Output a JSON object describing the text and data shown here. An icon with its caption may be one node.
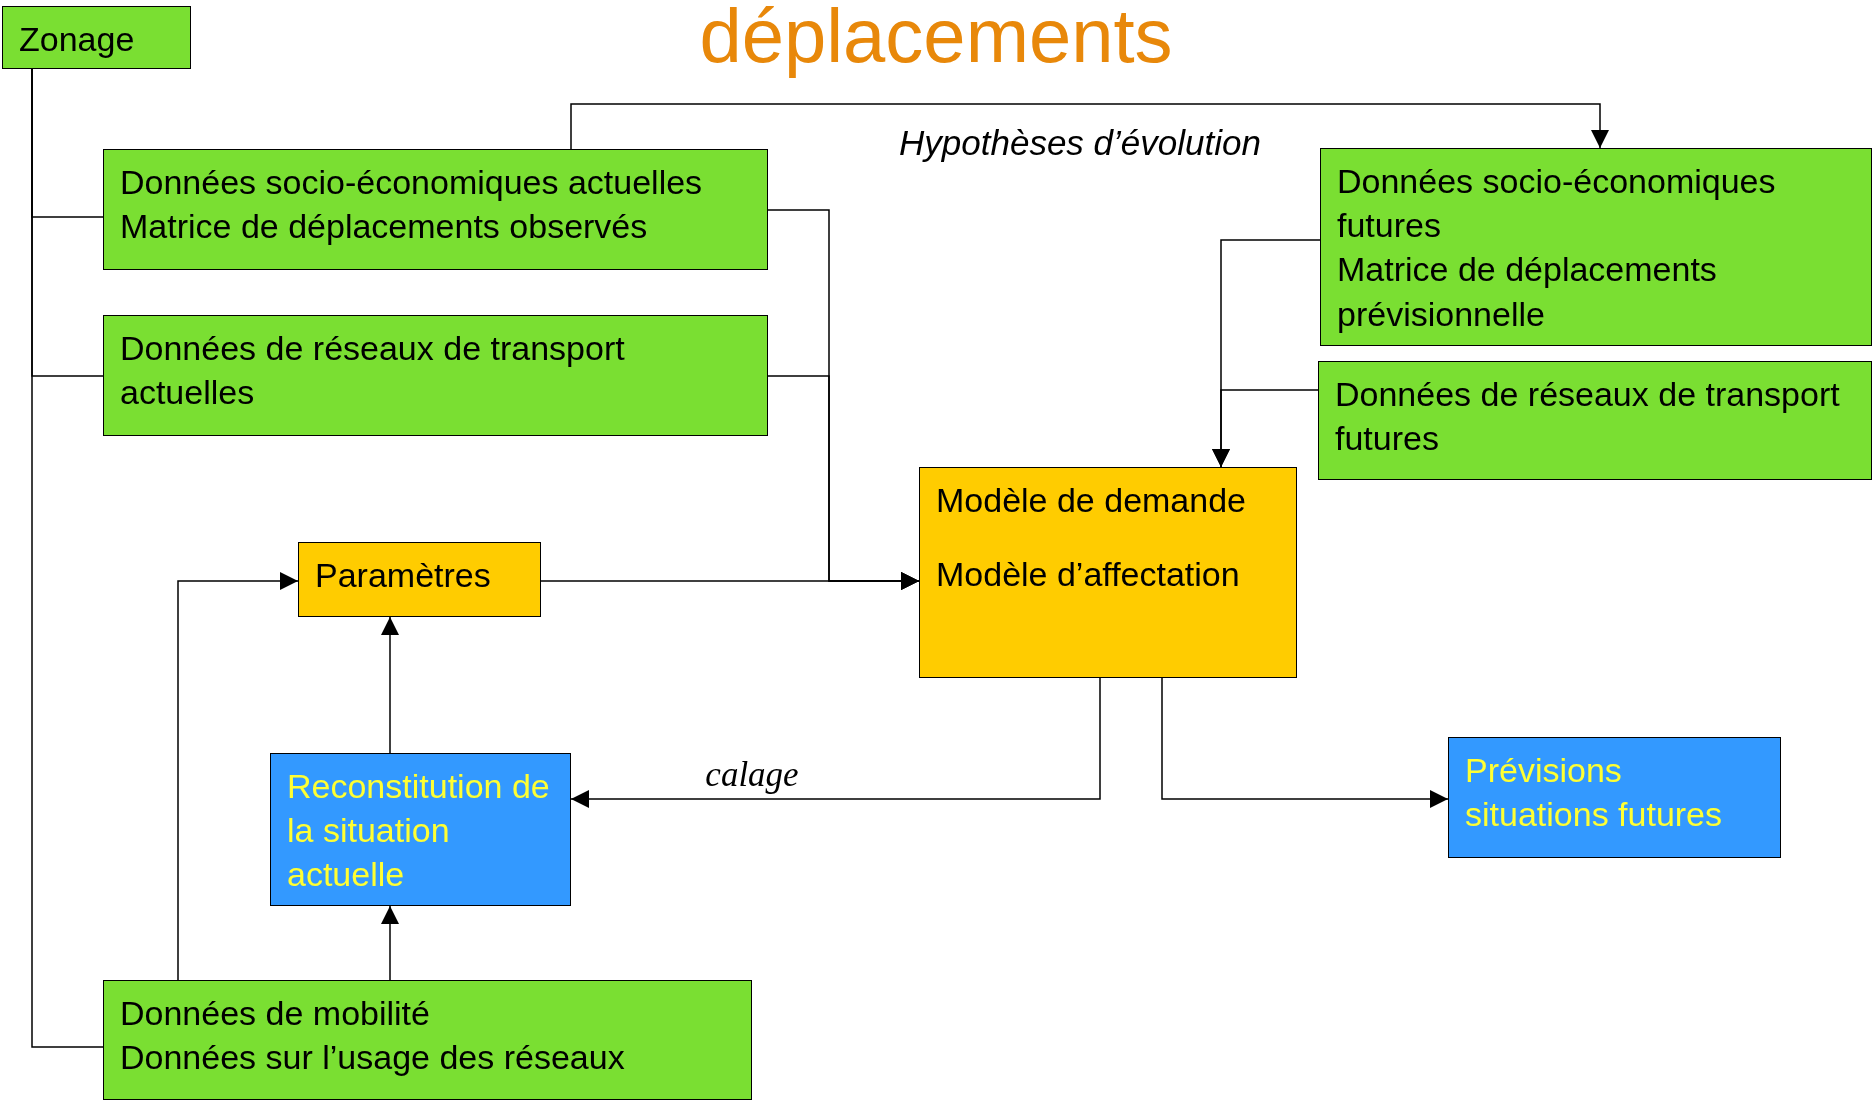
{
  "diagram": {
    "title": "déplacements",
    "nodes": [
      {
        "text": [
          "Zonage"
        ]
      },
      {
        "text": [
          "Données socio-économiques actuelles",
          "Matrice de déplacements observés"
        ]
      },
      {
        "text": [
          "Données de réseaux de transport actuelles"
        ]
      },
      {
        "text": [
          "Paramètres"
        ]
      },
      {
        "text": [
          "Modèle de demande",
          "Modèle d’affectation"
        ]
      },
      {
        "text": [
          "Données socio-économiques futures",
          "Matrice de déplacements prévisionnelle"
        ]
      },
      {
        "text": [
          "Données de réseaux de transport futures"
        ]
      },
      {
        "text": [
          "Reconstitution de la situation actuelle"
        ]
      },
      {
        "text": [
          "Prévisions situations futures"
        ]
      },
      {
        "text": [
          "Données de mobilité",
          "Données sur l’usage des réseaux"
        ]
      }
    ],
    "edges": [
      {
        "from": 0,
        "to": 1,
        "arrow": "none"
      },
      {
        "from": 0,
        "to": 2,
        "arrow": "none"
      },
      {
        "from": 0,
        "to": 9,
        "arrow": "none"
      },
      {
        "from": 1,
        "to": 5,
        "arrow": "to",
        "label": "Hypothèses d’évolution"
      },
      {
        "from": 1,
        "to": 4,
        "arrow": "to"
      },
      {
        "from": 2,
        "to": 4,
        "arrow": "to"
      },
      {
        "from": 3,
        "to": 4,
        "arrow": "to"
      },
      {
        "from": 5,
        "to": 4,
        "arrow": "to"
      },
      {
        "from": 6,
        "to": 4,
        "arrow": "to"
      },
      {
        "from": 4,
        "to": 7,
        "arrow": "to",
        "label": "calage"
      },
      {
        "from": 4,
        "to": 8,
        "arrow": "to"
      },
      {
        "from": 7,
        "to": 3,
        "arrow": "to"
      },
      {
        "from": 9,
        "to": 7,
        "arrow": "to"
      },
      {
        "from": 9,
        "to": 3,
        "arrow": "to"
      }
    ]
  }
}
